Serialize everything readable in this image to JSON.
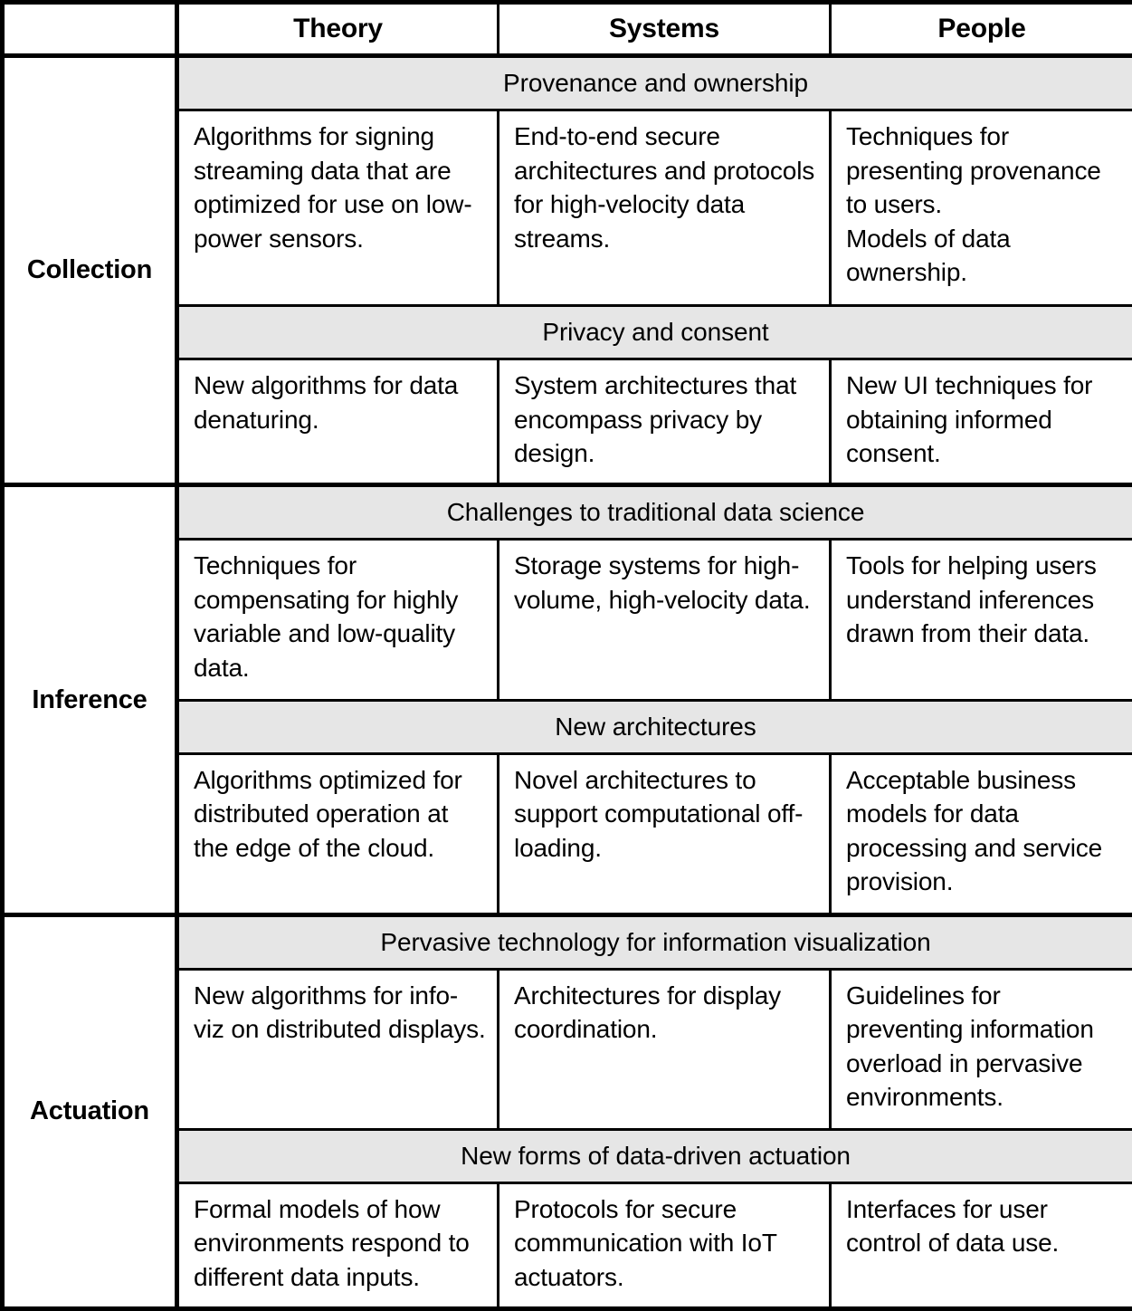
{
  "table": {
    "columns": [
      "",
      "Theory",
      "Systems",
      "People"
    ],
    "colors": {
      "band_background": "#e6e6e6",
      "cell_background": "#ffffff",
      "rule": "#000000",
      "text": "#000000"
    },
    "groups": [
      {
        "label": "Collection",
        "sections": [
          {
            "band": "Provenance and ownership",
            "cells": {
              "theory": "Algorithms for signing streaming data that are optimized for use on low-power sensors.",
              "systems": "End-to-end secure architectures and protocols for high-velocity data streams.",
              "people": "Techniques for presenting provenance to users.\nModels of data ownership."
            }
          },
          {
            "band": "Privacy and consent",
            "cells": {
              "theory": "New algorithms for data denaturing.",
              "systems": "System architectures that encompass privacy by design.",
              "people": "New UI techniques for obtaining informed consent."
            }
          }
        ]
      },
      {
        "label": "Inference",
        "sections": [
          {
            "band": "Challenges to traditional data science",
            "cells": {
              "theory": "Techniques for compensating for highly variable and low-quality data.",
              "systems": "Storage systems for high-volume, high-velocity data.",
              "people": "Tools for helping users understand inferences drawn from their data."
            }
          },
          {
            "band": "New architectures",
            "cells": {
              "theory": "Algorithms optimized for distributed operation at the edge of the cloud.",
              "systems": "Novel architectures to support computational off-loading.",
              "people": "Acceptable business models for data processing and service provision."
            }
          }
        ]
      },
      {
        "label": "Actuation",
        "sections": [
          {
            "band": "Pervasive technology for information visualization",
            "cells": {
              "theory": "New algorithms for info-viz on distributed displays.",
              "systems": "Architectures for display coordination.",
              "people": "Guidelines for preventing information overload in pervasive environments."
            }
          },
          {
            "band": "New forms of data-driven actuation",
            "cells": {
              "theory": "Formal models of how environments respond to different data inputs.",
              "systems": "Protocols for secure communication with IoT actuators.",
              "people": "Interfaces for user control of data use."
            }
          }
        ]
      }
    ]
  }
}
